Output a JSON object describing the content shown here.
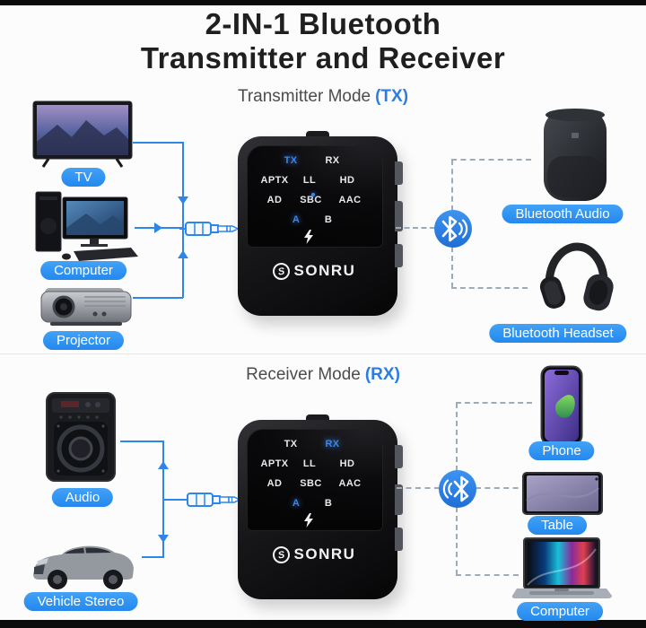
{
  "page": {
    "title_line1": "2-IN-1 Bluetooth",
    "title_line2": "Transmitter and Receiver"
  },
  "colors": {
    "accent_blue": "#2E86E8",
    "pill_blue": "#2F96F5",
    "dashed_gray": "#9CABB9",
    "device_black": "#121214",
    "background": "#FCFCFC"
  },
  "tx_section": {
    "heading": "Transmitter Mode",
    "mode_tag": "(TX)",
    "sources": [
      {
        "label": "TV",
        "image": "tv-image"
      },
      {
        "label": "Computer",
        "image": "desktop-computer-image"
      },
      {
        "label": "Projector",
        "image": "projector-image"
      }
    ],
    "sinks": [
      {
        "label": "Bluetooth Audio",
        "image": "smart-speaker-image"
      },
      {
        "label": "Bluetooth Headset",
        "image": "headphones-image"
      }
    ]
  },
  "rx_section": {
    "heading": "Receiver Mode",
    "mode_tag": "(RX)",
    "sources": [
      {
        "label": "Audio",
        "image": "portable-speaker-image"
      },
      {
        "label": "Vehicle Stereo",
        "image": "car-image"
      }
    ],
    "sinks": [
      {
        "label": "Phone",
        "image": "smartphone-image"
      },
      {
        "label": "Table",
        "image": "tablet-image"
      },
      {
        "label": "Computer",
        "image": "laptop-image"
      }
    ]
  },
  "device": {
    "brand": "SONRU",
    "brand_initial": "S",
    "display": {
      "row1": [
        "TX",
        "RX"
      ],
      "row2": [
        "APTX",
        "LL",
        "HD"
      ],
      "row3": [
        "AD",
        "SBC",
        "AAC"
      ],
      "row4": [
        "A",
        "B"
      ]
    }
  },
  "icons": {
    "bluetooth-icon": "bluetooth rune in blue circle with sound waves",
    "aux-jack-icon": "3.5mm jack plug outline",
    "lightning-icon": "charging bolt",
    "arrow-icon": "solid blue triangle"
  }
}
